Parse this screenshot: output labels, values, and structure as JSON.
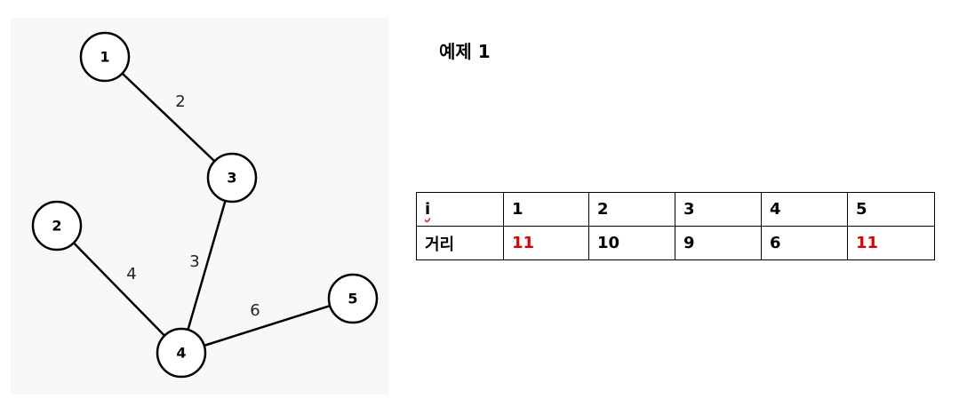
{
  "graph": {
    "nodes": [
      {
        "id": "1"
      },
      {
        "id": "2"
      },
      {
        "id": "3"
      },
      {
        "id": "4"
      },
      {
        "id": "5"
      }
    ],
    "edges": [
      {
        "from": "1",
        "to": "3",
        "weight": "2"
      },
      {
        "from": "3",
        "to": "4",
        "weight": "3"
      },
      {
        "from": "2",
        "to": "4",
        "weight": "4"
      },
      {
        "from": "4",
        "to": "5",
        "weight": "6"
      }
    ]
  },
  "example": {
    "title": "예제 1"
  },
  "table": {
    "header_label": "i",
    "row_label": "거리",
    "columns": [
      "1",
      "2",
      "3",
      "4",
      "5"
    ],
    "distances": [
      "11",
      "10",
      "9",
      "6",
      "11"
    ],
    "highlight": [
      true,
      false,
      false,
      false,
      true
    ],
    "highlight_color": "#e00000",
    "text_color": "#000000"
  }
}
